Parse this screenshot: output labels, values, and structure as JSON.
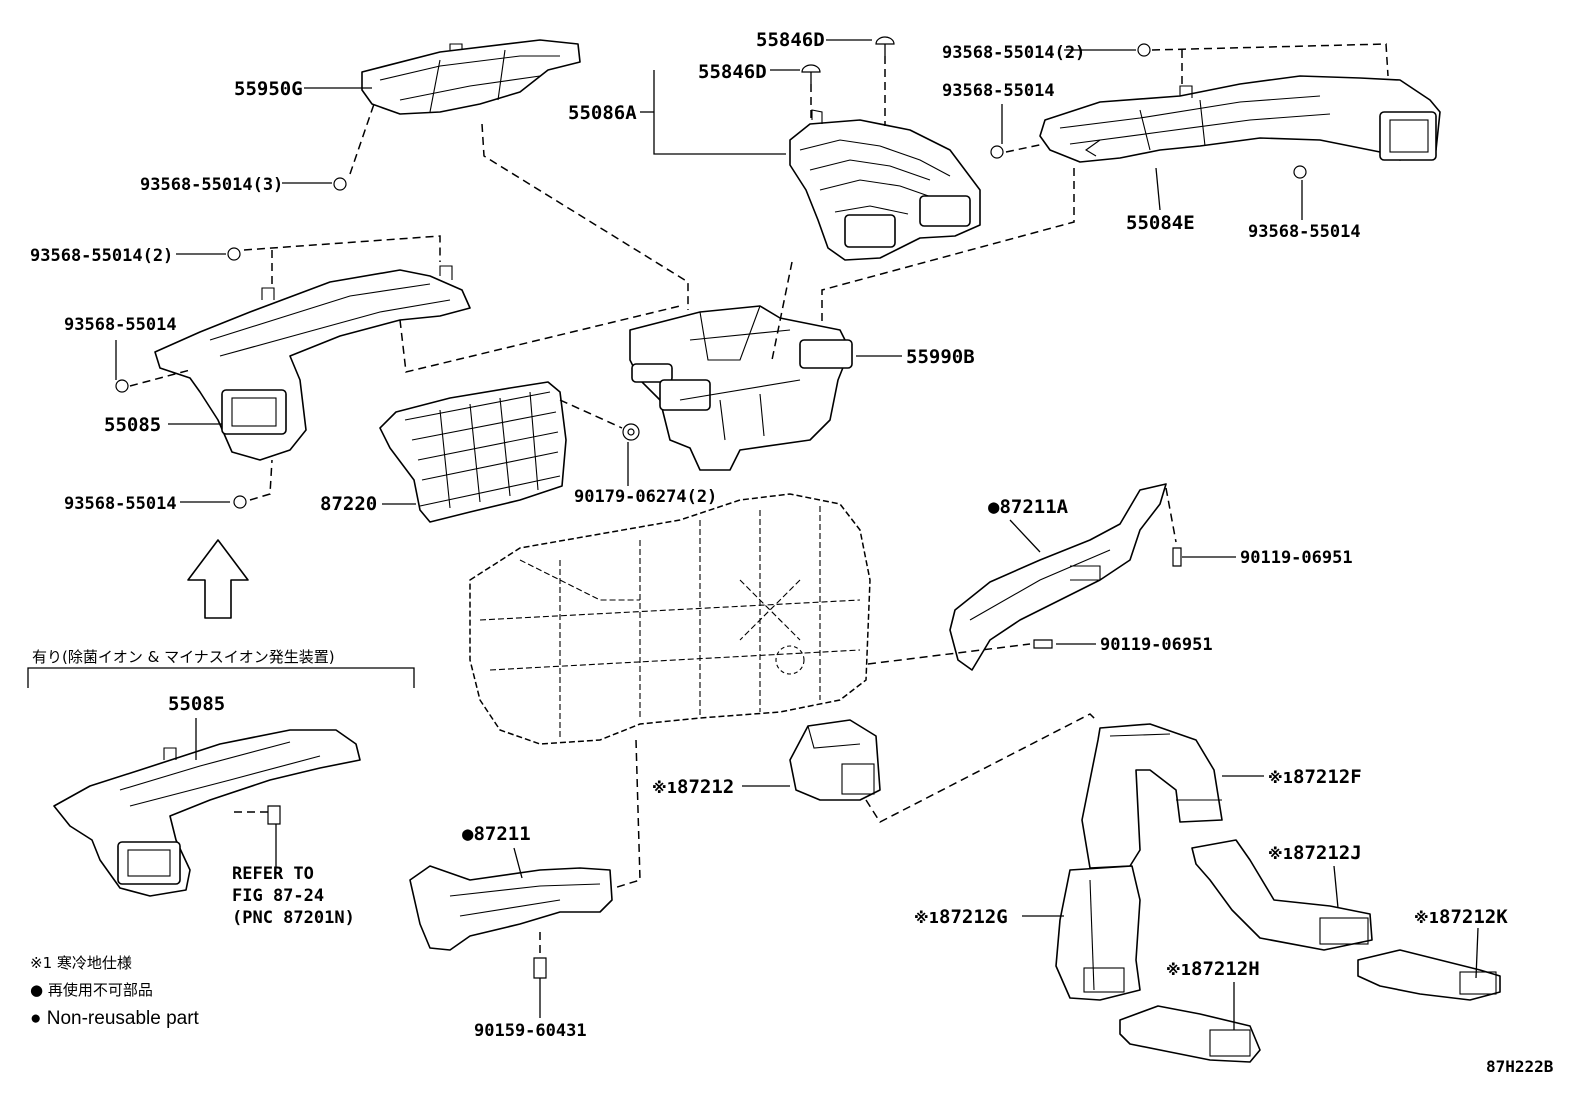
{
  "diagram_id": "87H222B",
  "labels": {
    "p55950G": "55950G",
    "p93568_3": "93568-55014(3)",
    "p93568_2a": "93568-55014(2)",
    "p93568_a": "93568-55014",
    "p55085a": "55085",
    "p93568_b": "93568-55014",
    "p87220": "87220",
    "p90179": "90179-06274(2)",
    "p55846D_1": "55846D",
    "p55846D_2": "55846D",
    "p55086A": "55086A",
    "p93568_2b": "93568-55014(2)",
    "p93568_c": "93568-55014",
    "p55084E": "55084E",
    "p93568_d": "93568-55014",
    "p55990B": "55990B",
    "p87211A": "87211A",
    "p90119_1": "90119-06951",
    "p90119_2": "90119-06951",
    "p87212": "87212",
    "p87211": "87211",
    "p90159": "90159-60431",
    "p87212F": "87212F",
    "p87212J": "87212J",
    "p87212G": "87212G",
    "p87212K": "87212K",
    "p87212H": "87212H",
    "p55085b": "55085",
    "refer1": "REFER TO",
    "refer2": "FIG 87-24",
    "refer3": "(PNC 87201N)"
  },
  "marks": {
    "cold_region": "※1",
    "non_reusable": "●"
  },
  "variant_header": "有り(除菌イオン & マイナスイオン発生装置)",
  "legend": {
    "cold_note": "※1 寒冷地仕様",
    "non_reusable_jp": "● 再使用不可部品",
    "non_reusable_en": "● Non-reusable part"
  }
}
